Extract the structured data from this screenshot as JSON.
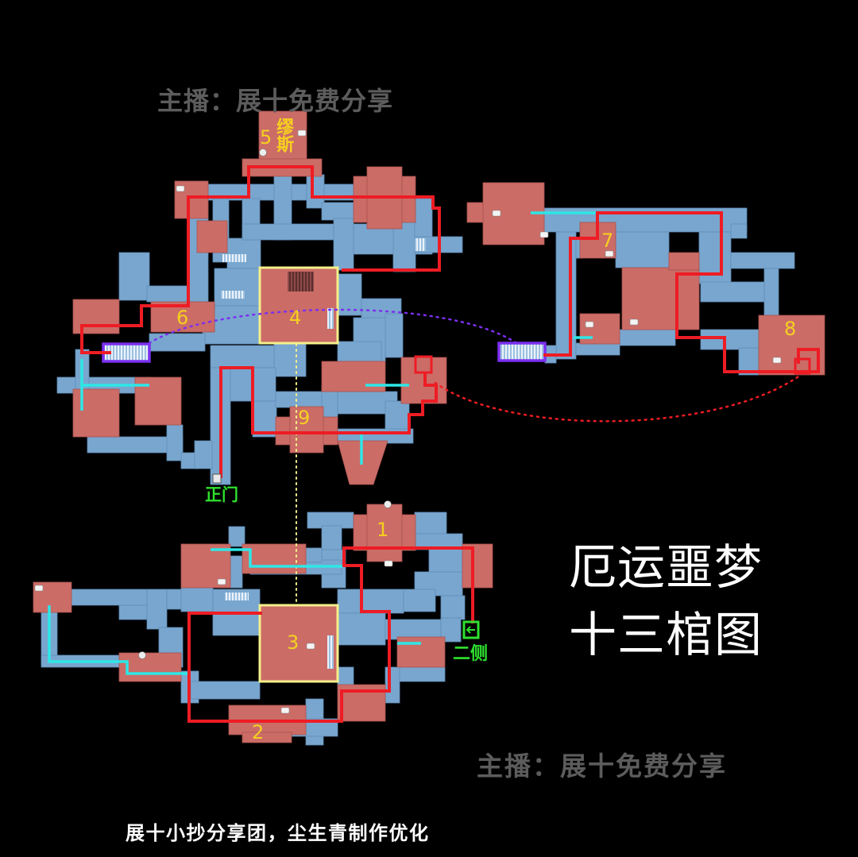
{
  "title": {
    "line1": "厄运噩梦",
    "line2": "十三棺图"
  },
  "watermarks": {
    "top": "主播：展十免费分享",
    "bottom": "主播：展十免费分享"
  },
  "credit": "展十小抄分享团，尘生青制作优化",
  "room_labels": {
    "room5": "5",
    "muse": "缪斯",
    "room6": "6",
    "room4": "4",
    "room7": "7",
    "room8": "8",
    "room9": "9",
    "room1": "1",
    "room3": "3",
    "room2": "2"
  },
  "gates": {
    "main": "正门",
    "side": "二侧"
  },
  "icons": {
    "main_gate": "door-icon",
    "side_gate": "exit-door-icon",
    "markers": "map-marker-icon",
    "chairs": "chair-icon"
  },
  "colors": {
    "background": "#000000",
    "corridor": "#79a6ce",
    "room": "#cb6c67",
    "route": "#ee1c24",
    "cyan_route": "#2ee6e6",
    "stairs": "#7b2ff0",
    "highlight": "#f4f08a",
    "label": "#f5d020",
    "gate_label": "#2fe02f",
    "title": "#ffffff",
    "watermark": "#5c5c5c"
  }
}
